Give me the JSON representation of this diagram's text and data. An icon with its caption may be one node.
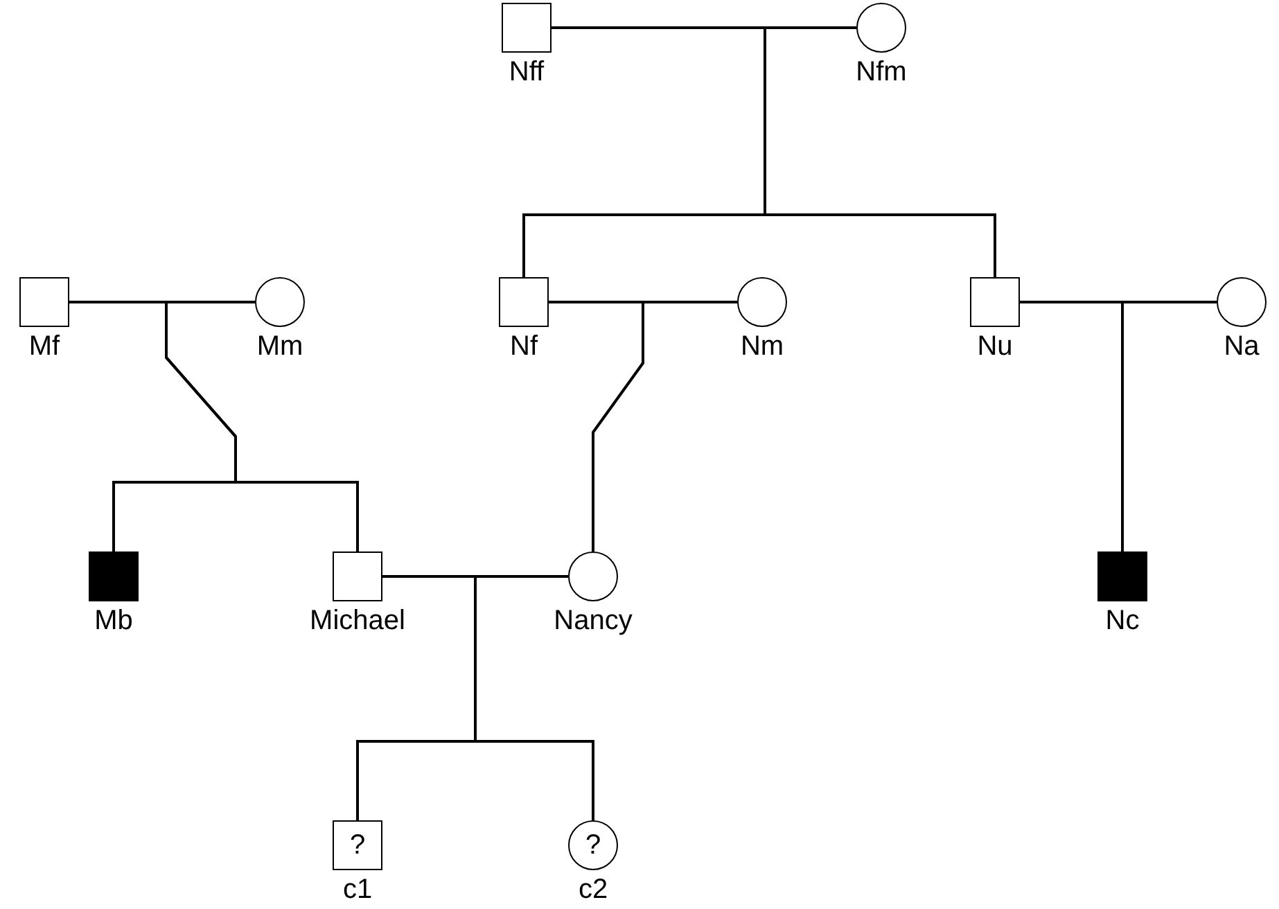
{
  "diagram": {
    "nodes": [
      {
        "text": [],
        "shape": "box",
        "beside": [
          "Nff"
        ]
      },
      {
        "text": [],
        "shape": "circle",
        "beside": [
          "Nfm"
        ]
      },
      {
        "text": [],
        "shape": "box",
        "beside": [
          "Mf"
        ]
      },
      {
        "text": [],
        "shape": "circle",
        "beside": [
          "Mm"
        ]
      },
      {
        "text": [],
        "shape": "box",
        "beside": [
          "Nf"
        ]
      },
      {
        "text": [],
        "shape": "circle",
        "beside": [
          "Nm"
        ]
      },
      {
        "text": [],
        "shape": "box",
        "beside": [
          "Nu"
        ]
      },
      {
        "text": [],
        "shape": "circle",
        "beside": [
          "Na"
        ]
      },
      {
        "text": [],
        "shape": "filled-box",
        "beside": [
          "Mb"
        ]
      },
      {
        "text": [],
        "shape": "box",
        "beside": [
          "Michael"
        ]
      },
      {
        "text": [],
        "shape": "circle",
        "beside": [
          "Nancy"
        ]
      },
      {
        "text": [],
        "shape": "filled-box",
        "beside": [
          "Nc"
        ]
      },
      {
        "text": [
          "?"
        ],
        "beside": [
          "c1"
        ]
      },
      {
        "text": [
          "?"
        ],
        "beside": [
          "c2"
        ]
      }
    ],
    "edges": [
      {
        "from": 0,
        "to": 1,
        "arrow": "none"
      },
      {
        "from": 0,
        "to": 4,
        "arrow": "none"
      },
      {
        "from": 1,
        "to": 4,
        "arrow": "none"
      },
      {
        "from": 0,
        "to": 6,
        "arrow": "none"
      },
      {
        "from": 1,
        "to": 6,
        "arrow": "none"
      },
      {
        "from": 2,
        "to": 3,
        "arrow": "none"
      },
      {
        "from": 2,
        "to": 8,
        "arrow": "none"
      },
      {
        "from": 3,
        "to": 8,
        "arrow": "none"
      },
      {
        "from": 2,
        "to": 9,
        "arrow": "none"
      },
      {
        "from": 3,
        "to": 9,
        "arrow": "none"
      },
      {
        "from": 4,
        "to": 5,
        "arrow": "none"
      },
      {
        "from": 4,
        "to": 10,
        "arrow": "none"
      },
      {
        "from": 5,
        "to": 10,
        "arrow": "none"
      },
      {
        "from": 6,
        "to": 7,
        "arrow": "none"
      },
      {
        "from": 6,
        "to": 11,
        "arrow": "none"
      },
      {
        "from": 7,
        "to": 11,
        "arrow": "none"
      },
      {
        "from": 9,
        "to": 10,
        "arrow": "none"
      },
      {
        "from": 9,
        "to": 12,
        "arrow": "none"
      },
      {
        "from": 10,
        "to": 12,
        "arrow": "none"
      },
      {
        "from": 9,
        "to": 13,
        "arrow": "none"
      },
      {
        "from": 10,
        "to": 13,
        "arrow": "none"
      }
    ]
  }
}
